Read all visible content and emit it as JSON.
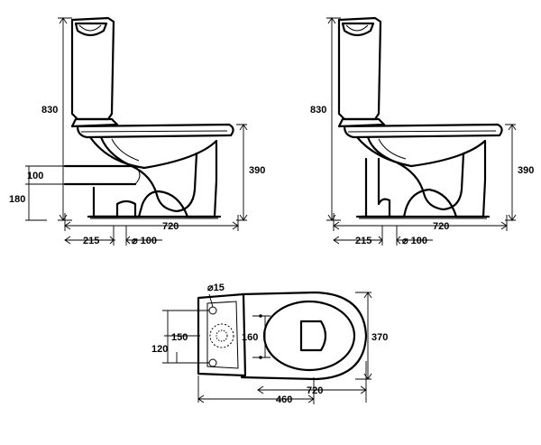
{
  "colors": {
    "ink": "#000000",
    "paper": "#ffffff"
  },
  "left_view": {
    "height_total": "830",
    "height_seat": "390",
    "depth_total": "720",
    "outlet_offset": "215",
    "outlet_diameter": "⌀ 100",
    "inlet_height_a": "100",
    "inlet_height_b": "180"
  },
  "right_view": {
    "height_total": "830",
    "height_seat": "390",
    "depth_total": "720",
    "outlet_offset": "215",
    "outlet_diameter": "⌀ 100"
  },
  "plan_view": {
    "hole_diameter": "⌀15",
    "spacing_a": "150",
    "spacing_b": "120",
    "bowl_inner": "160",
    "width_total": "370",
    "depth_total": "720",
    "depth_to_fixing": "460"
  }
}
